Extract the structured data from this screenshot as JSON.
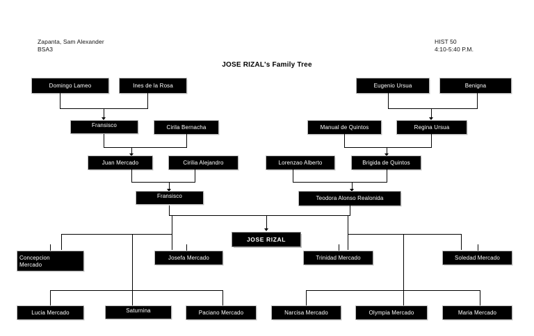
{
  "header": {
    "student": "Zapanta, Sam Alexander\nBSA3",
    "course": "HIST 50\n4:10-5:40 P.M.",
    "title": "JOSE RIZAL's Family Tree"
  },
  "tree": {
    "gen1": [
      {
        "id": "domingo-lameo",
        "label": "Domingo Lameo"
      },
      {
        "id": "ines-de-la-rosa",
        "label": "Ines de la Rosa"
      },
      {
        "id": "eugenio-ursua",
        "label": "Eugenio Ursua"
      },
      {
        "id": "benigna",
        "label": "Benigna"
      }
    ],
    "gen2": [
      {
        "id": "fransisco-mercado-sr",
        "label": "Fransisco"
      },
      {
        "id": "cirila-bernacha",
        "label": "Cirila Bernacha"
      },
      {
        "id": "manual-de-quintos",
        "label": "Manual de Quintos"
      },
      {
        "id": "regina-ursua",
        "label": "Regina Ursua"
      }
    ],
    "gen3": [
      {
        "id": "juan-mercado",
        "label": "Juan Mercado"
      },
      {
        "id": "cirilia-alejandro",
        "label": "Cirilia Alejandro"
      },
      {
        "id": "lorenzao-alberto",
        "label": "Lorenzao Alberto"
      },
      {
        "id": "brigida-de-quintos",
        "label": "Brigida de Quintos"
      }
    ],
    "parents": [
      {
        "id": "fransisco-mercado",
        "label": "Fransisco"
      },
      {
        "id": "teodora-alonso",
        "label": "Teodora Alonso Realonida"
      }
    ],
    "subject": {
      "id": "jose-rizal",
      "label": "JOSE RIZAL"
    },
    "siblings_upper": [
      {
        "id": "concepcion-mercado",
        "line1": "Concepcion",
        "line2": "Mercado"
      },
      {
        "id": "josefa-mercado",
        "label": "Josefa Mercado"
      },
      {
        "id": "trinidad-mercado",
        "label": "Trinidad Mercado"
      },
      {
        "id": "soledad-mercado",
        "label": "Soledad Mercado"
      }
    ],
    "siblings_lower": [
      {
        "id": "lucia-mercado",
        "label": "Lucia Mercado"
      },
      {
        "id": "saturnina",
        "label": "Saturnina"
      },
      {
        "id": "paciano-mercado",
        "label": "Paciano Mercado"
      },
      {
        "id": "narcisa-mercado",
        "label": "Narcisa Mercado"
      },
      {
        "id": "olympia-mercado",
        "label": "Olympia Mercado"
      },
      {
        "id": "maria-mercado",
        "label": "Maria Mercado"
      }
    ]
  }
}
